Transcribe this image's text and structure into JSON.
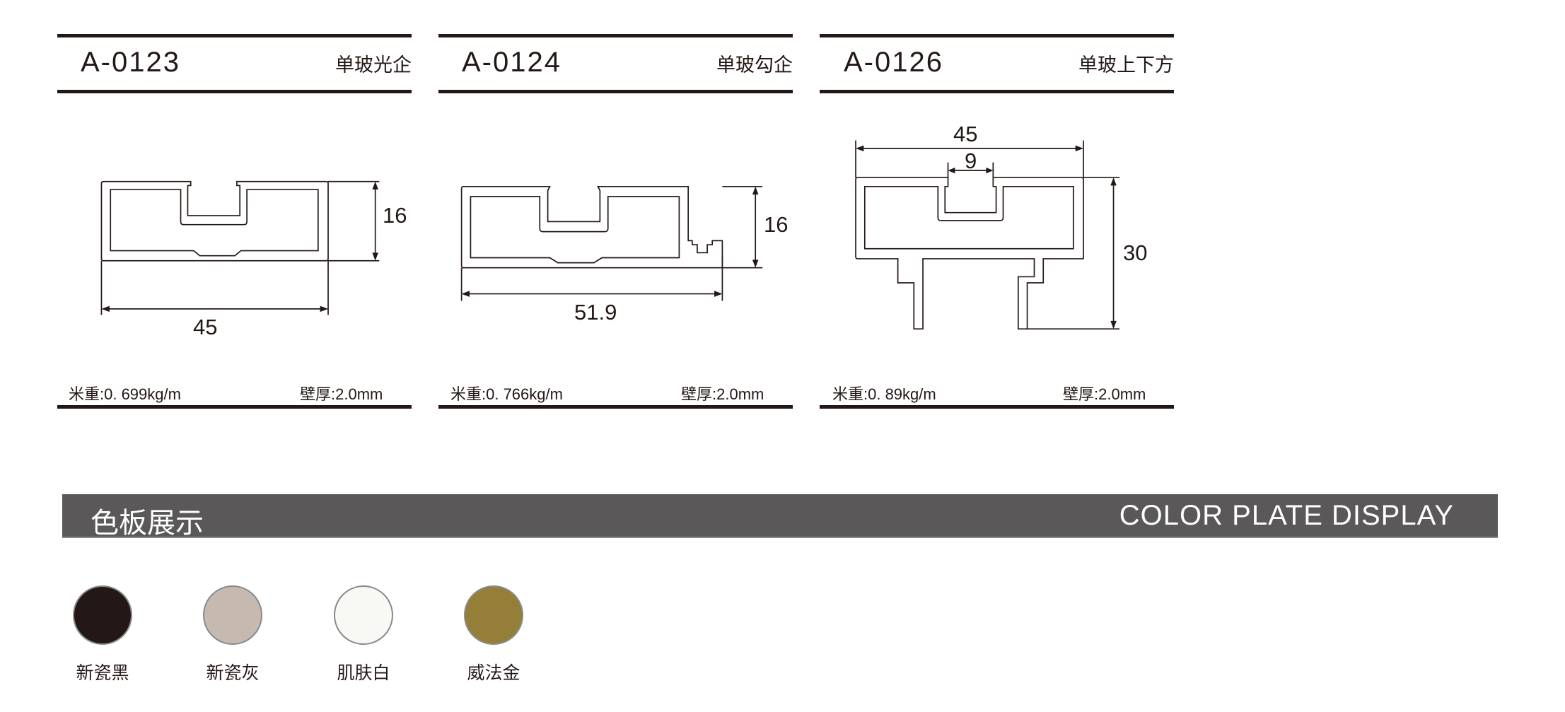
{
  "profiles": [
    {
      "code": "A-0123",
      "type": "单玻光企",
      "weight": "米重:0. 699kg/m",
      "wall": "壁厚:2.0mm",
      "dims": {
        "height": "16",
        "width": "45"
      }
    },
    {
      "code": "A-0124",
      "type": "单玻勾企",
      "weight": "米重:0. 766kg/m",
      "wall": "壁厚:2.0mm",
      "dims": {
        "height": "16",
        "width": "51.9"
      }
    },
    {
      "code": "A-0126",
      "type": "单玻上下方",
      "weight": "米重:0. 89kg/m",
      "wall": "壁厚:2.0mm",
      "dims": {
        "width": "45",
        "slot": "9",
        "height": "30"
      }
    }
  ],
  "banner": {
    "title_cn": "色板展示",
    "title_en": "COLOR PLATE DISPLAY"
  },
  "colors": [
    {
      "name": "新瓷黑",
      "hex": "#231815"
    },
    {
      "name": "新瓷灰",
      "hex": "#c6b9b0"
    },
    {
      "name": "肌肤白",
      "hex": "#f8f9f4"
    },
    {
      "name": "威法金",
      "hex": "#957f38"
    }
  ]
}
